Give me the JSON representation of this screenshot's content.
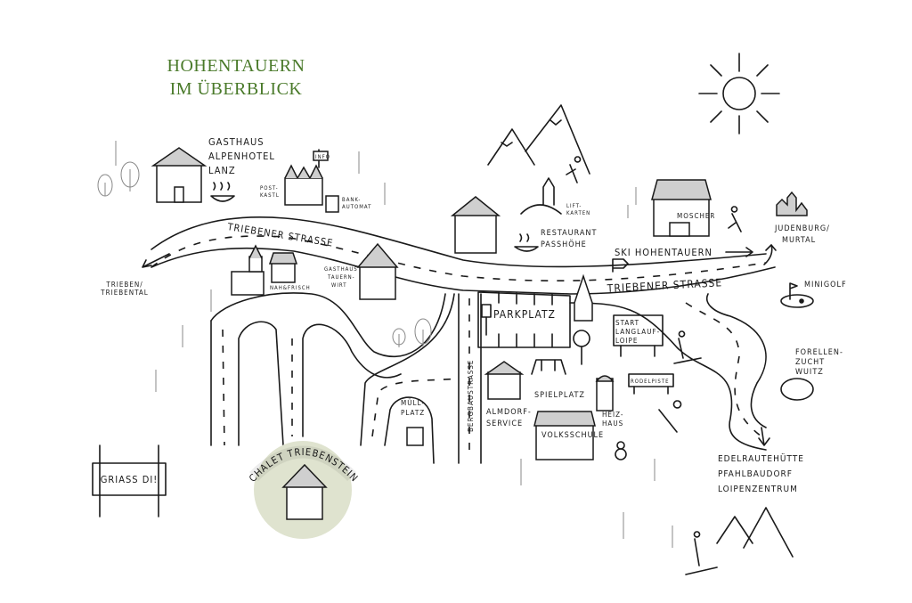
{
  "title": {
    "line1": "HOHENTAUERN",
    "line2": "IM ÜBERBLICK"
  },
  "colors": {
    "title": "#4a7a2a",
    "logo_bg": "#dfe3cf",
    "ink": "#1a1a1a"
  },
  "labels": {
    "gasthaus_lanz": [
      "GASTHAUS",
      "ALPENHOTEL",
      "LANZ"
    ],
    "postkastl": [
      "POST-",
      "KASTL"
    ],
    "info": "INFO",
    "bankautomat": [
      "BANK-",
      "AUTOMAT"
    ],
    "road_top": "TRIEBENER STRASSE",
    "road_right": "TRIEBENER STRASSE",
    "trieben": [
      "TRIEBEN/",
      "TRIEBENTAL"
    ],
    "nahfrisch": "NAH&FRISCH",
    "gasthaus_tauernwirt": [
      "GASTHAUS",
      "TAUERN-",
      "WIRT"
    ],
    "restaurant": [
      "RESTAURANT",
      "PASSHÖHE"
    ],
    "liftkarten": [
      "LIFT-",
      "KARTEN"
    ],
    "ski": "SKI HOHENTAUERN",
    "moscher": "MOSCHER",
    "judenburg": [
      "JUDENBURG/",
      "MURTAL"
    ],
    "minigolf": "MINIGOLF",
    "parkplatz": "PARKPLATZ",
    "langlauf": [
      "START",
      "LANGLAUF-",
      "LOIPE"
    ],
    "forellen": [
      "FORELLEN-",
      "ZUCHT",
      "WUITZ"
    ],
    "rodelpiste": "RODELPISTE",
    "spielplatz": "SPIELPLATZ",
    "almdorf": [
      "ALMDORF-",
      "SERVICE"
    ],
    "heizhaus": [
      "HEIZ-",
      "HAUS"
    ],
    "volksschule": "VOLKSSCHULE",
    "muellplatz": [
      "MÜLL-",
      "PLATZ"
    ],
    "bergbaustrasse": "BERGBAUSTRASSE",
    "destinations": [
      "EDELRAUTEHÜTTE",
      "PFAHLBAUDORF",
      "LOIPENZENTRUM"
    ],
    "chalet": "CHALET TRIEBENSTEIN",
    "griass": "GRIASS DI!"
  }
}
